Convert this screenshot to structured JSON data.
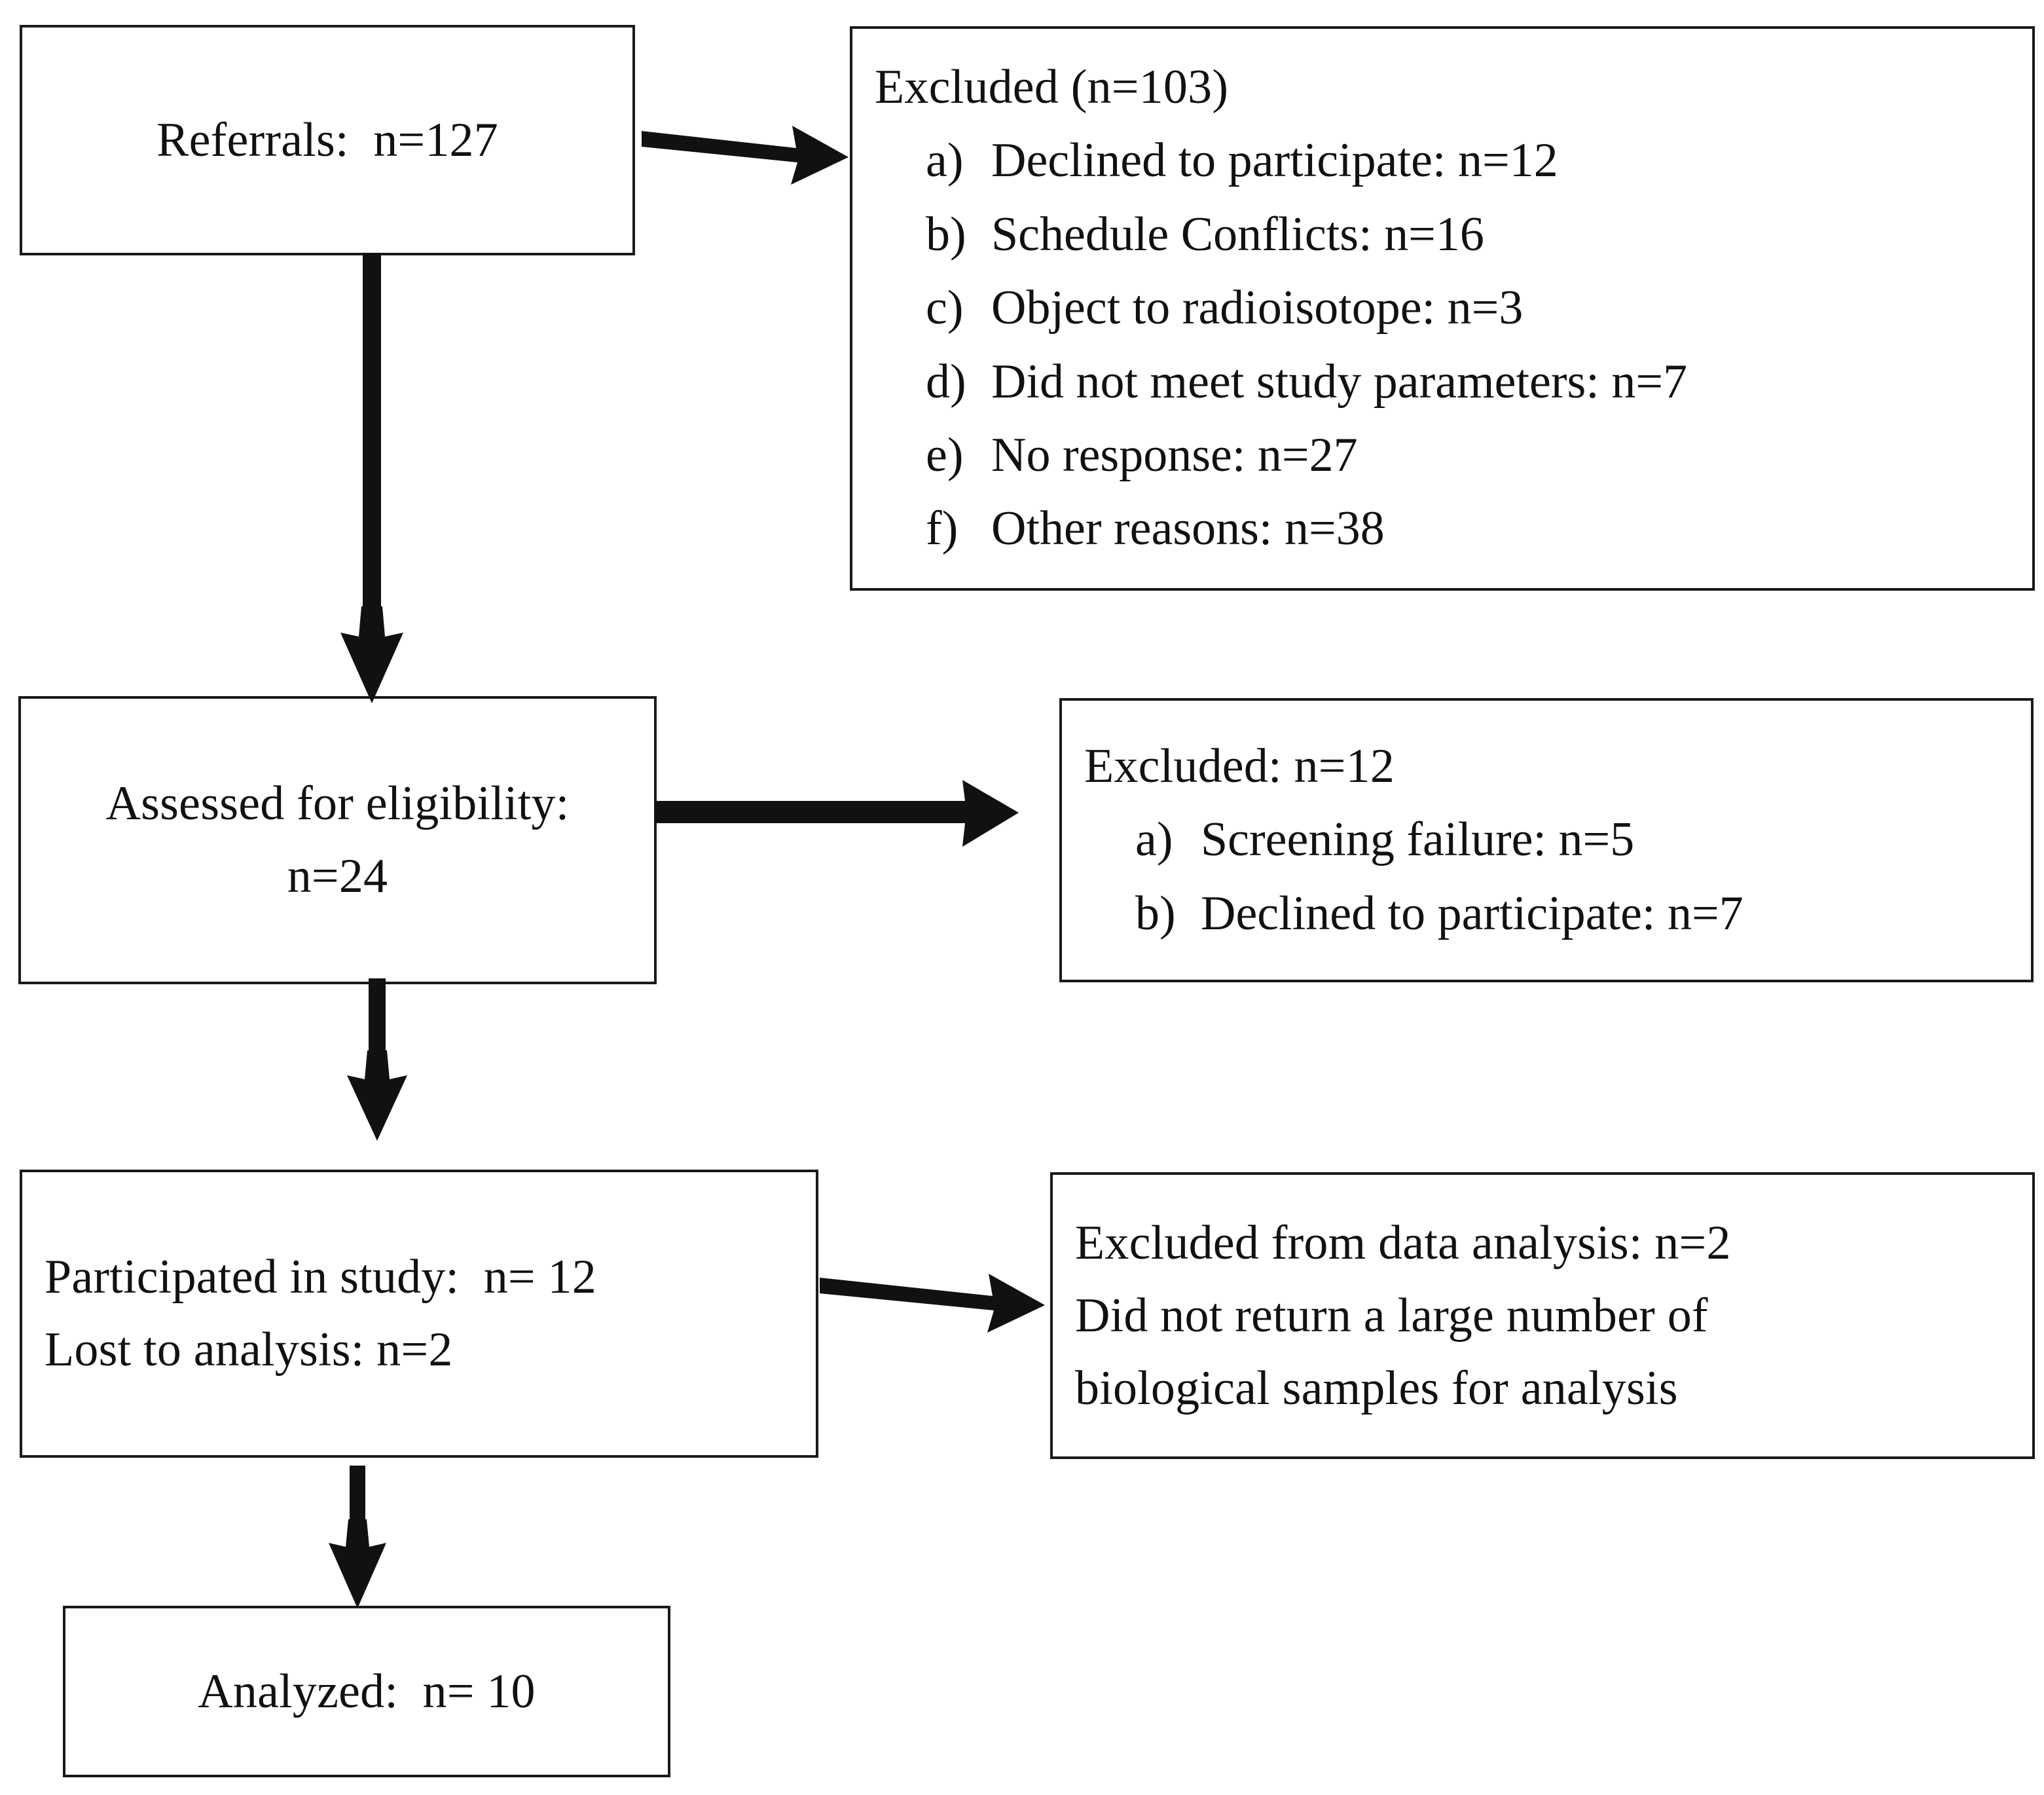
{
  "figure": {
    "type": "participant-flow-diagram",
    "nodes": {
      "referrals": {
        "lines": [
          "Referrals:  n=127"
        ]
      },
      "excluded_screening": {
        "heading": "Excluded (n=103)",
        "items": [
          {
            "marker": "a)",
            "text": "Declined to participate: n=12"
          },
          {
            "marker": "b)",
            "text": "Schedule Conflicts: n=16"
          },
          {
            "marker": "c)",
            "text": "Object to radioisotope: n=3"
          },
          {
            "marker": "d)",
            "text": "Did not meet study parameters: n=7"
          },
          {
            "marker": "e)",
            "text": "No response: n=27"
          },
          {
            "marker": "f)",
            "text": "Other reasons: n=38"
          }
        ]
      },
      "assessed": {
        "lines": [
          "Assessed for eligibility:",
          "n=24"
        ]
      },
      "excluded_eligibility": {
        "heading": "Excluded: n=12",
        "items": [
          {
            "marker": "a)",
            "text": "Screening failure: n=5"
          },
          {
            "marker": "b)",
            "text": "Declined to participate: n=7"
          }
        ]
      },
      "participated": {
        "lines": [
          "Participated in study:  n= 12",
          "Lost to analysis: n=2"
        ]
      },
      "excluded_analysis": {
        "lines": [
          "Excluded from data analysis: n=2",
          "Did not return a large number of",
          "biological samples for analysis"
        ]
      },
      "analyzed": {
        "lines": [
          "Analyzed:  n= 10"
        ]
      }
    },
    "colors": {
      "ink": "#111111",
      "border": "#1a1a1a",
      "background": "#ffffff"
    }
  }
}
